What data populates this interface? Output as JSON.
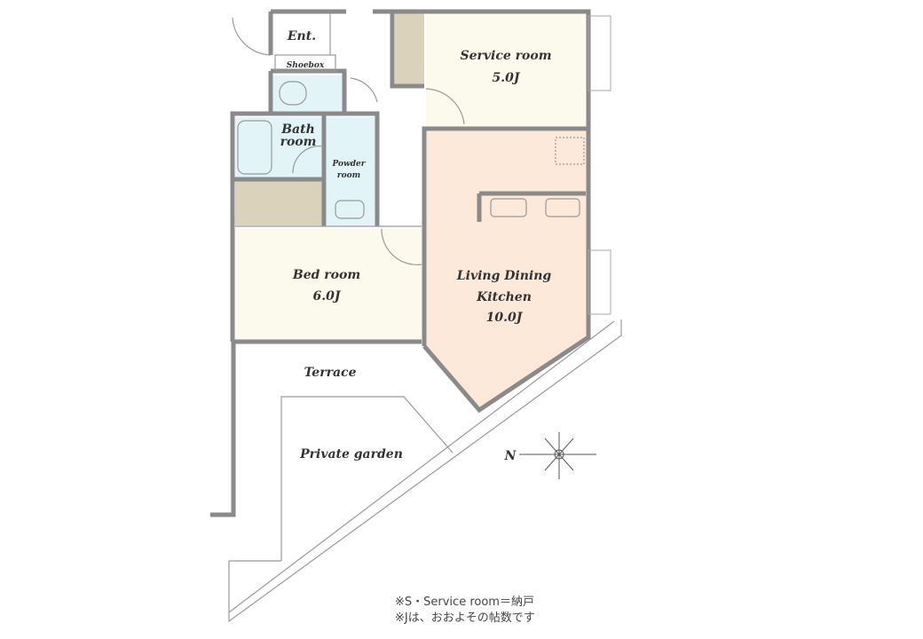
{
  "plan": {
    "rooms": {
      "entrance": "Ent.",
      "shoebox": "Shoebox",
      "bath_line1": "Bath",
      "bath_line2": "room",
      "powder_line1": "Powder",
      "powder_line2": "room",
      "service_room": "Service room",
      "service_room_size": "5.0J",
      "bed_room": "Bed room",
      "bed_room_size": "6.0J",
      "ldk_line1": "Living Dining",
      "ldk_line2": "Kitchen",
      "ldk_size": "10.0J",
      "terrace": "Terrace",
      "private_garden": "Private garden"
    },
    "compass_label": "N",
    "notes": [
      "※S・Service room＝納戸",
      "※Jは、おおよその帖数です"
    ]
  },
  "colors": {
    "wall": "#8a8a8a",
    "service_bed_fill": "#fbfaec",
    "ldk_fill": "#fde9d9",
    "wet_area_fill": "#e3f4f8",
    "storage_fill": "#dbd2bb"
  }
}
